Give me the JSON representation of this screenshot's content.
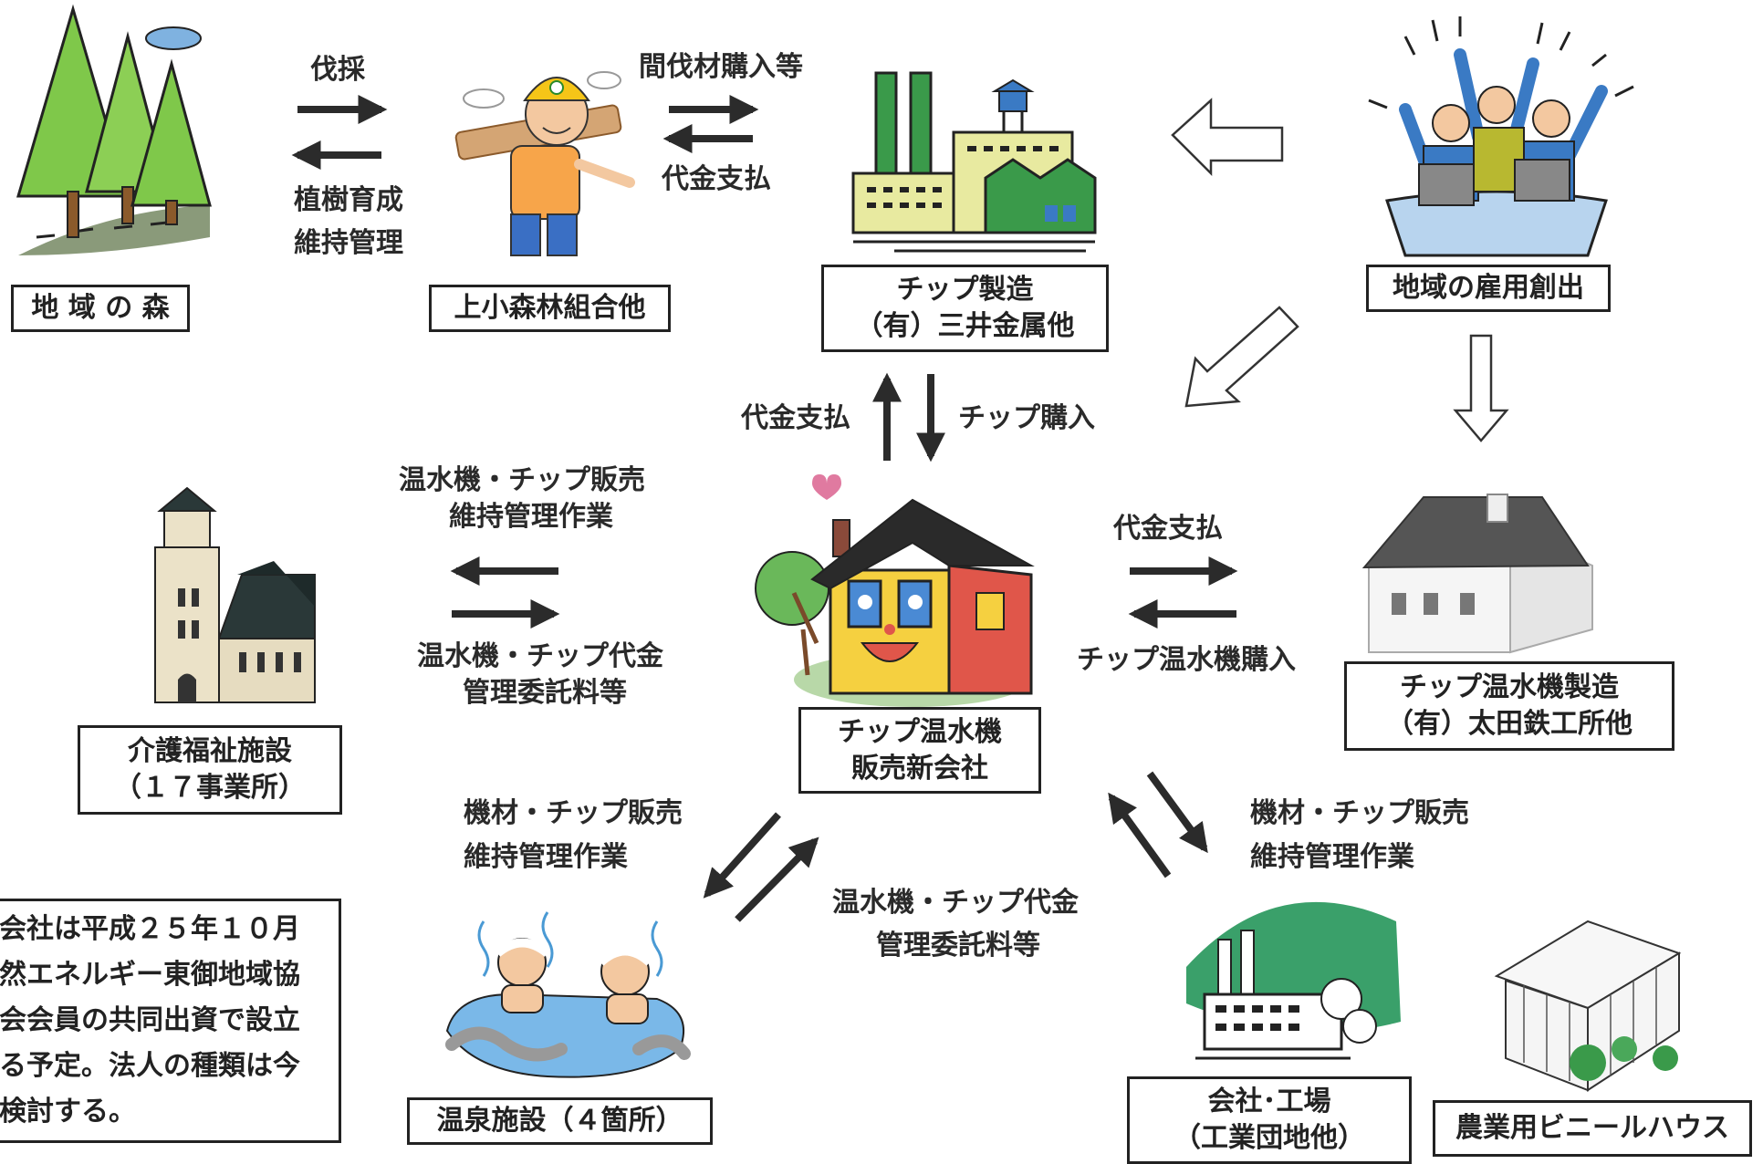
{
  "nodes": {
    "forest": "地 域 の 森",
    "forestry_union": "上小森林組合他",
    "chip_maker": [
      "チップ製造",
      "（有）三井金属他"
    ],
    "employment": "地域の雇用創出",
    "welfare": [
      "介護福祉施設",
      "（１７事業所）"
    ],
    "new_company": [
      "チップ温水機",
      "販売新会社"
    ],
    "heater_maker": [
      "チップ温水機製造",
      "（有）太田鉄工所他"
    ],
    "hot_spring": "温泉施設（４箇所）",
    "factory": [
      "会社･工場",
      "（工業団地他）"
    ],
    "greenhouse": "農業用ビニールハウス"
  },
  "flows": {
    "felling": "伐採",
    "planting": [
      "植樹育成",
      "維持管理"
    ],
    "thinning_purchase": "間伐材購入等",
    "payment_union": "代金支払",
    "payment_chip": "代金支払",
    "chip_purchase": "チップ購入",
    "welfare_sales": [
      "温水機・チップ販売",
      "維持管理作業"
    ],
    "welfare_payment": [
      "温水機・チップ代金",
      "管理委託料等"
    ],
    "payment_heater": "代金支払",
    "heater_purchase": "チップ温水機購入",
    "spring_sales": [
      "機材・チップ販売",
      "維持管理作業"
    ],
    "spring_payment": [
      "温水機・チップ代金",
      "管理委託料等"
    ],
    "factory_sales": [
      "機材・チップ販売",
      "維持管理作業"
    ]
  },
  "note": [
    "会社は平成２５年１０月",
    "然エネルギー東御地域協",
    "会会員の共同出資で設立",
    "る予定。法人の種類は今",
    "検討する。"
  ]
}
